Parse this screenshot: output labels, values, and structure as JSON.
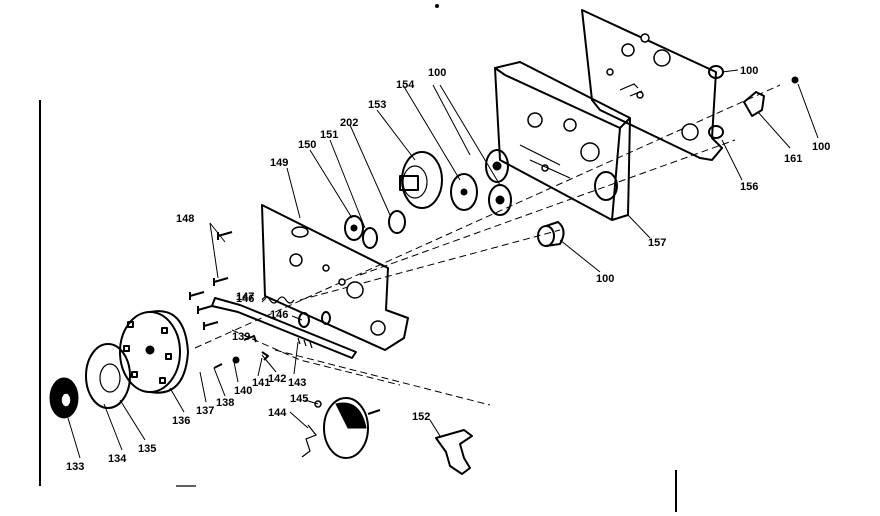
{
  "callouts": [
    {
      "id": "c100a",
      "text": "100"
    },
    {
      "id": "c100b",
      "text": "100"
    },
    {
      "id": "c100c",
      "text": "100"
    },
    {
      "id": "c100d",
      "text": "100"
    },
    {
      "id": "c133",
      "text": "133"
    },
    {
      "id": "c134",
      "text": "134"
    },
    {
      "id": "c135",
      "text": "135"
    },
    {
      "id": "c136",
      "text": "136"
    },
    {
      "id": "c137",
      "text": "137"
    },
    {
      "id": "c138",
      "text": "138"
    },
    {
      "id": "c139",
      "text": "139"
    },
    {
      "id": "c140",
      "text": "140"
    },
    {
      "id": "c141",
      "text": "141"
    },
    {
      "id": "c142",
      "text": "142"
    },
    {
      "id": "c143",
      "text": "143"
    },
    {
      "id": "c144",
      "text": "144"
    },
    {
      "id": "c145",
      "text": "145"
    },
    {
      "id": "c146a",
      "text": "146"
    },
    {
      "id": "c146b",
      "text": "146"
    },
    {
      "id": "c147",
      "text": "147"
    },
    {
      "id": "c148",
      "text": "148"
    },
    {
      "id": "c149",
      "text": "149"
    },
    {
      "id": "c150",
      "text": "150"
    },
    {
      "id": "c151",
      "text": "151"
    },
    {
      "id": "c152",
      "text": "152"
    },
    {
      "id": "c153",
      "text": "153"
    },
    {
      "id": "c154",
      "text": "154"
    },
    {
      "id": "c156",
      "text": "156"
    },
    {
      "id": "c157",
      "text": "157"
    },
    {
      "id": "c161",
      "text": "161"
    },
    {
      "id": "c202",
      "text": "202"
    }
  ]
}
